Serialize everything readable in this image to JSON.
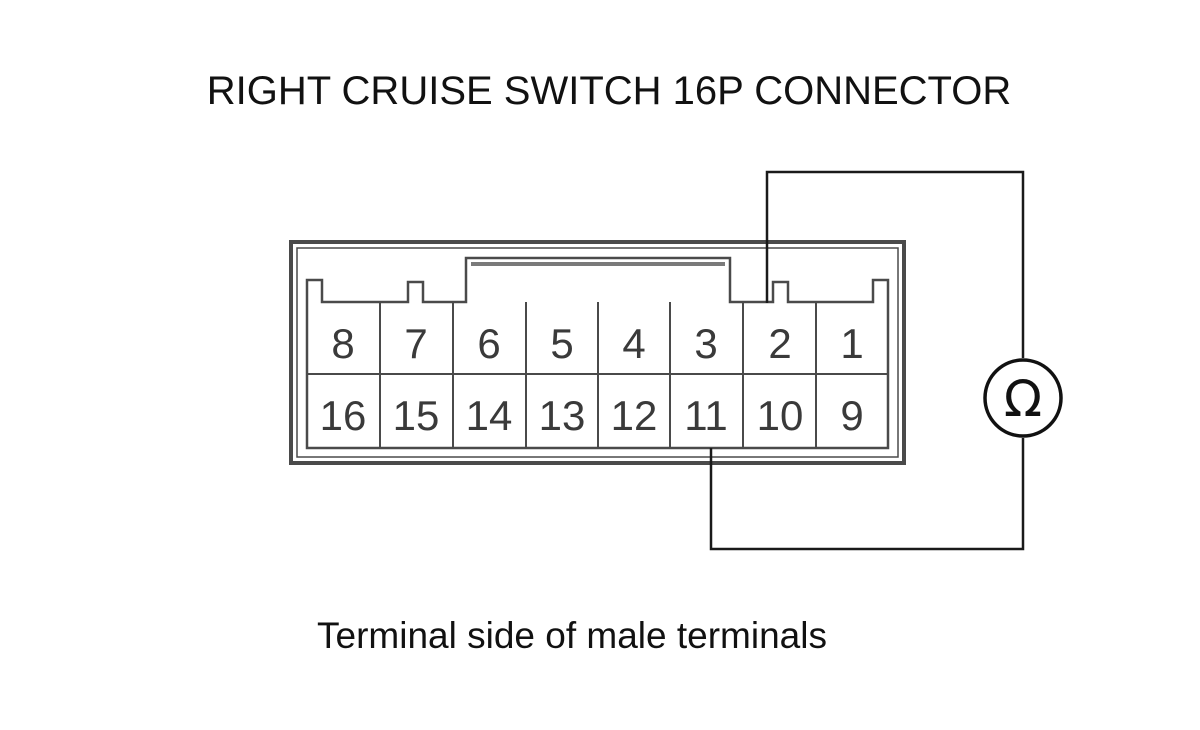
{
  "title": "RIGHT CRUISE SWITCH 16P CONNECTOR",
  "caption": "Terminal side of male terminals",
  "meter_symbol": "Ω",
  "connector": {
    "top_row": [
      "8",
      "7",
      "6",
      "5",
      "4",
      "3",
      "2",
      "1"
    ],
    "bottom_row": [
      "16",
      "15",
      "14",
      "13",
      "12",
      "11",
      "10",
      "9"
    ]
  },
  "meter_probes": [
    "2",
    "11"
  ]
}
